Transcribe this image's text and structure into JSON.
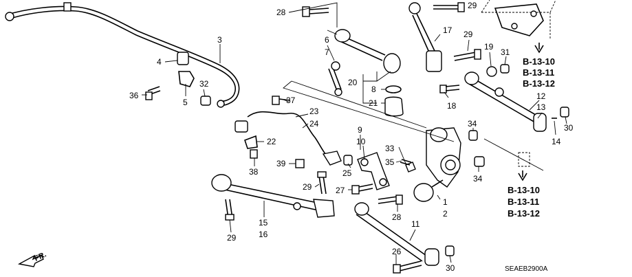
{
  "callouts": {
    "c1": "1",
    "c2": "2",
    "c3": "3",
    "c4": "4",
    "c5": "5",
    "c6": "6",
    "c7": "7",
    "c8": "8",
    "c9": "9",
    "c10": "10",
    "c11": "11",
    "c12": "12",
    "c13": "13",
    "c14": "14",
    "c15": "15",
    "c16": "16",
    "c17": "17",
    "c18": "18",
    "c19": "19",
    "c20": "20",
    "c21": "21",
    "c22": "22",
    "c23": "23",
    "c24": "24",
    "c25": "25",
    "c26": "26",
    "c27": "27",
    "c28": "28",
    "c29": "29",
    "c30": "30",
    "c31": "31",
    "c32": "32",
    "c33": "33",
    "c34": "34",
    "c35": "35",
    "c36": "36",
    "c37": "37",
    "c38": "38",
    "c39": "39"
  },
  "references": {
    "top": [
      "B-13-10",
      "B-13-11",
      "B-13-12"
    ],
    "bottom": [
      "B-13-10",
      "B-13-11",
      "B-13-12"
    ]
  },
  "direction_label": "FR.",
  "diagram_code": "SEAEB2900A"
}
